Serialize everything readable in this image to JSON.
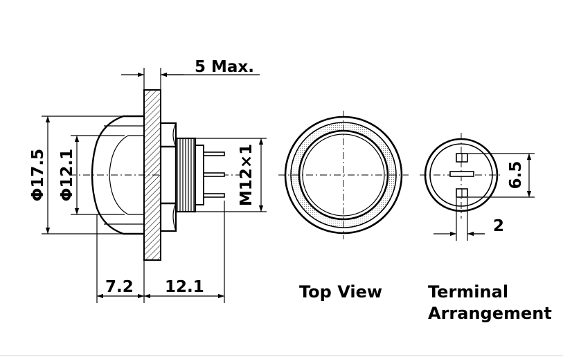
{
  "dimensions": {
    "panel_max": "5 Max.",
    "diameter_outer": "Φ17.5",
    "diameter_inner": "Φ12.1",
    "thread": "M12×1",
    "cap_depth": "7.2",
    "body_length": "12.1",
    "terminal_pitch": "6.5",
    "terminal_width": "2"
  },
  "labels": {
    "top_view": "Top View",
    "terminal_line1": "Terminal",
    "terminal_line2": "Arrangement"
  }
}
